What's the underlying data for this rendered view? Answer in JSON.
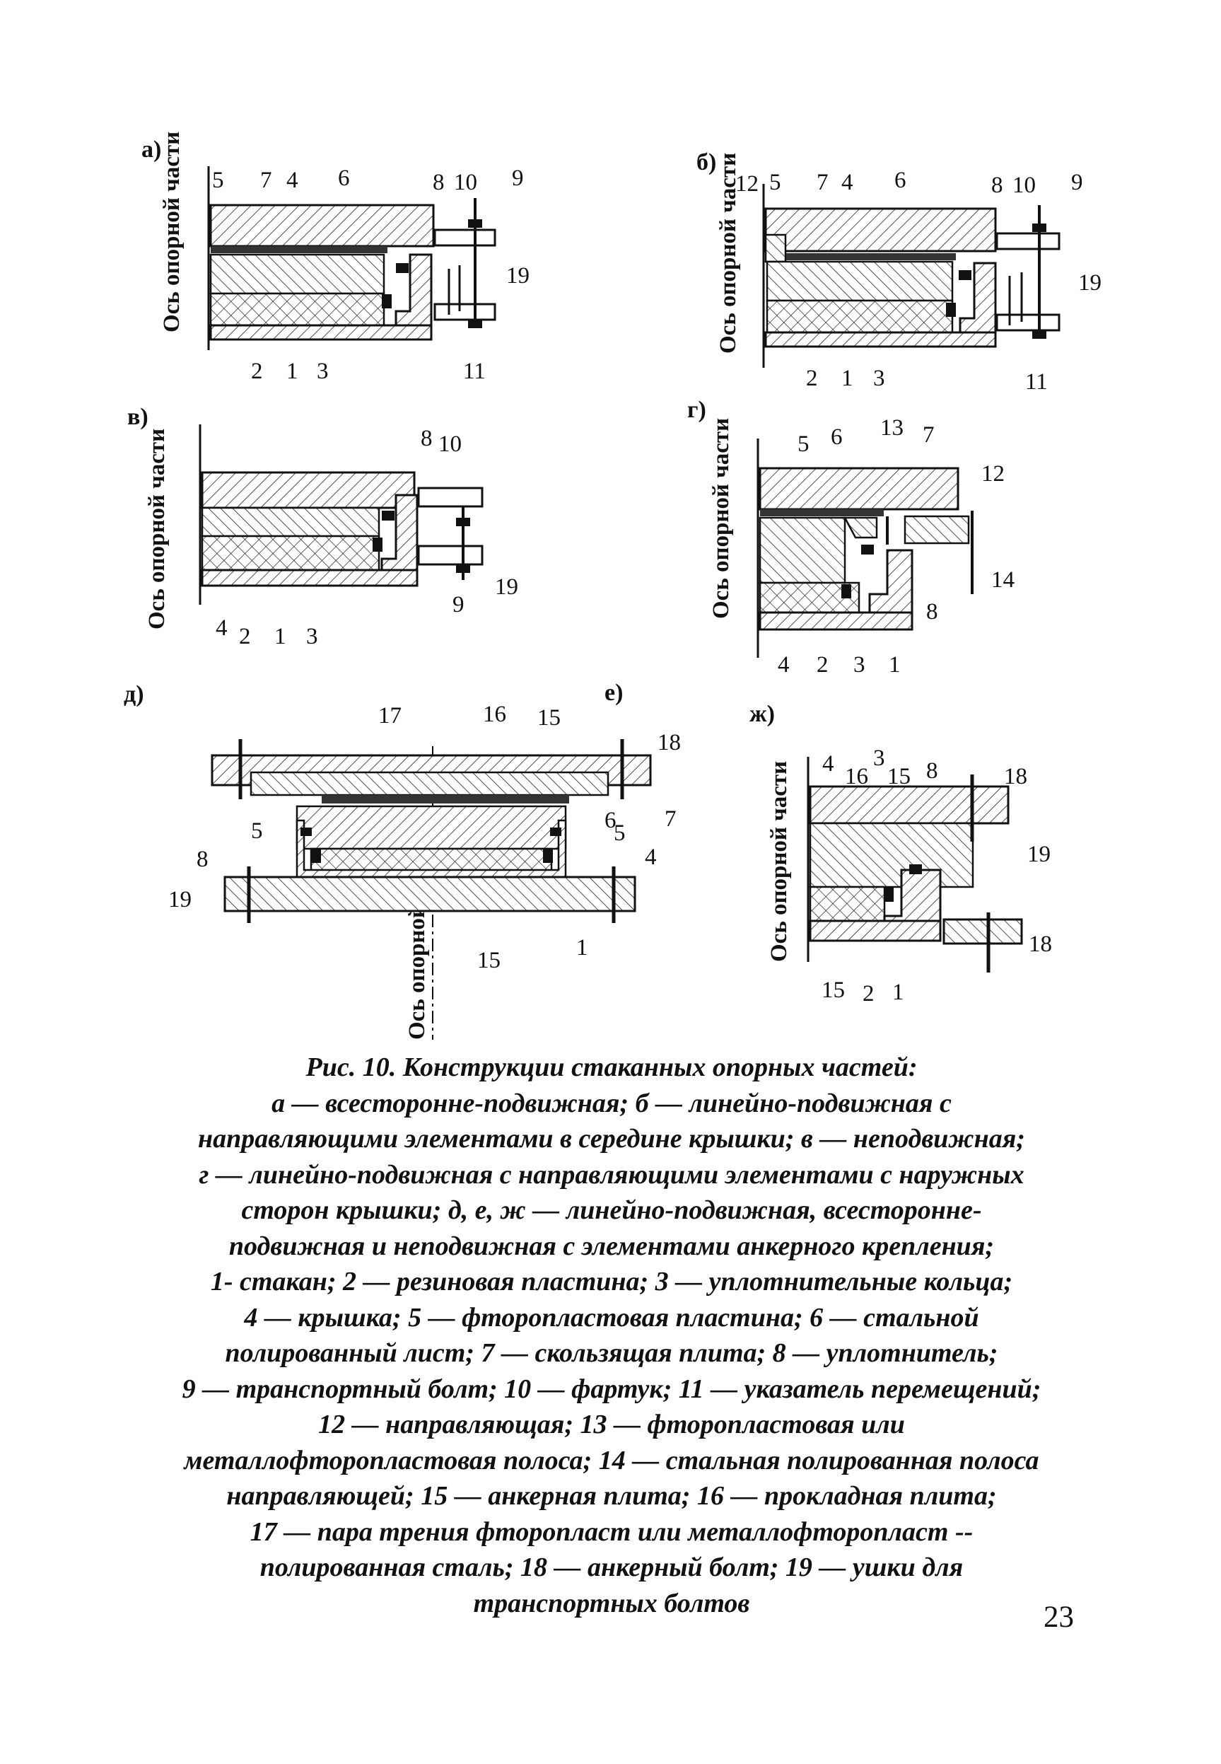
{
  "figure": {
    "panels": [
      {
        "id": "a",
        "label": "а)",
        "axis": "Ось опорной части",
        "numbers": [
          "5",
          "7",
          "4",
          "6",
          "8",
          "10",
          "9",
          "19",
          "2",
          "1",
          "3",
          "11"
        ]
      },
      {
        "id": "b",
        "label": "б)",
        "axis": "Ось опорной части",
        "numbers": [
          "12",
          "5",
          "7",
          "4",
          "6",
          "8",
          "10",
          "9",
          "19",
          "2",
          "1",
          "3",
          "11"
        ]
      },
      {
        "id": "v",
        "label": "в)",
        "axis": "Ось опорной части",
        "numbers": [
          "8",
          "10",
          "19",
          "9",
          "4",
          "2",
          "1",
          "3"
        ]
      },
      {
        "id": "g",
        "label": "г)",
        "axis": "Ось опорной части",
        "numbers": [
          "5",
          "6",
          "13",
          "7",
          "12",
          "14",
          "8",
          "4",
          "2",
          "3",
          "1"
        ]
      },
      {
        "id": "d",
        "label": "д)",
        "axis": "Ось опорной части",
        "numbers": [
          "17",
          "16",
          "15",
          "18",
          "5",
          "6",
          "7",
          "8",
          "5",
          "4",
          "19",
          "15",
          "1"
        ]
      },
      {
        "id": "e",
        "label": "е)"
      },
      {
        "id": "zh",
        "label": "ж)",
        "axis": "Ось опорной части",
        "numbers": [
          "4",
          "3",
          "16",
          "15",
          "8",
          "18",
          "19",
          "18",
          "15",
          "2",
          "1"
        ]
      }
    ]
  },
  "caption": [
    "Рис. 10. Конструкции стаканных опорных частей:",
    "а — всесторонне-подвижная; б — линейно-подвижная с",
    "направляющими элементами в середине крышки; в — неподвижная;",
    "г — линейно-подвижная с направляющими элементами с наружных",
    "сторон крышки; д, е, ж — линейно-подвижная, всесторонне-",
    "подвижная и неподвижная с элементами анкерного крепления;",
    "1- стакан; 2 — резиновая пластина; 3 — уплотнительные кольца;",
    "4 — крышка; 5 — фторопластовая пластина; 6 — стальной",
    "полированный лист; 7 — скользящая плита; 8 — уплотнитель;",
    "9 — транспортный болт; 10 — фартук; 11 — указатель перемещений;",
    "12 — направляющая; 13 — фторопластовая или",
    "металлофторопластовая полоса; 14 — стальная полированная полоса",
    "направляющей; 15 — анкерная плита; 16 — прокладная плита;",
    "17 — пара трения фторопласт или металлофторопласт --",
    "полированная сталь; 18 — анкерный болт; 19 — ушки для",
    "транспортных болтов"
  ],
  "page_number": "23"
}
